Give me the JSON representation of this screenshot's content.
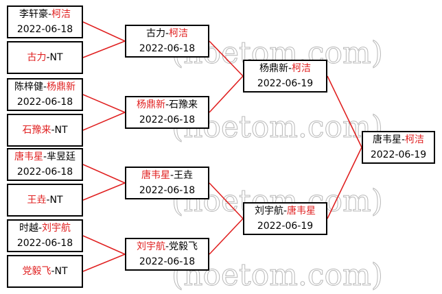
{
  "watermark": "(hoetom.com)",
  "colors": {
    "winner": "#e02020",
    "line": "#e02020",
    "border": "#000000"
  },
  "bracket": {
    "round1": [
      {
        "parts": [
          {
            "text": "李轩豪",
            "winner": false
          },
          {
            "text": "-",
            "winner": false
          },
          {
            "text": "柯洁",
            "winner": true
          }
        ],
        "date": "2022-06-18"
      },
      {
        "parts": [
          {
            "text": "古力",
            "winner": true
          },
          {
            "text": "-NT",
            "winner": false
          }
        ],
        "date": ""
      },
      {
        "parts": [
          {
            "text": "陈梓健",
            "winner": false
          },
          {
            "text": "-",
            "winner": false
          },
          {
            "text": "杨鼎新",
            "winner": true
          }
        ],
        "date": "2022-06-18"
      },
      {
        "parts": [
          {
            "text": "石豫来",
            "winner": true
          },
          {
            "text": "-NT",
            "winner": false
          }
        ],
        "date": ""
      },
      {
        "parts": [
          {
            "text": "唐韦星",
            "winner": true
          },
          {
            "text": "-芈昱廷",
            "winner": false
          }
        ],
        "date": "2022-06-18"
      },
      {
        "parts": [
          {
            "text": "王垚",
            "winner": true
          },
          {
            "text": "-NT",
            "winner": false
          }
        ],
        "date": ""
      },
      {
        "parts": [
          {
            "text": "时越",
            "winner": false
          },
          {
            "text": "-",
            "winner": false
          },
          {
            "text": "刘宇航",
            "winner": true
          }
        ],
        "date": "2022-06-18"
      },
      {
        "parts": [
          {
            "text": "党毅飞",
            "winner": true
          },
          {
            "text": "-NT",
            "winner": false
          }
        ],
        "date": ""
      }
    ],
    "round2": [
      {
        "parts": [
          {
            "text": "古力",
            "winner": false
          },
          {
            "text": "-",
            "winner": false
          },
          {
            "text": "柯洁",
            "winner": true
          }
        ],
        "date": "2022-06-18"
      },
      {
        "parts": [
          {
            "text": "杨鼎新",
            "winner": true
          },
          {
            "text": "-石豫来",
            "winner": false
          }
        ],
        "date": "2022-06-18"
      },
      {
        "parts": [
          {
            "text": "唐韦星",
            "winner": true
          },
          {
            "text": "-王垚",
            "winner": false
          }
        ],
        "date": "2022-06-18"
      },
      {
        "parts": [
          {
            "text": "刘宇航",
            "winner": true
          },
          {
            "text": "-党毅飞",
            "winner": false
          }
        ],
        "date": "2022-06-18"
      }
    ],
    "round3": [
      {
        "parts": [
          {
            "text": "杨鼎新",
            "winner": false
          },
          {
            "text": "-",
            "winner": false
          },
          {
            "text": "柯洁",
            "winner": true
          }
        ],
        "date": "2022-06-19"
      },
      {
        "parts": [
          {
            "text": "刘宇航",
            "winner": false
          },
          {
            "text": "-",
            "winner": false
          },
          {
            "text": "唐韦星",
            "winner": true
          }
        ],
        "date": "2022-06-19"
      }
    ],
    "final": [
      {
        "parts": [
          {
            "text": "唐韦星",
            "winner": false
          },
          {
            "text": "-",
            "winner": false
          },
          {
            "text": "柯洁",
            "winner": true
          }
        ],
        "date": "2022-06-19"
      }
    ]
  }
}
